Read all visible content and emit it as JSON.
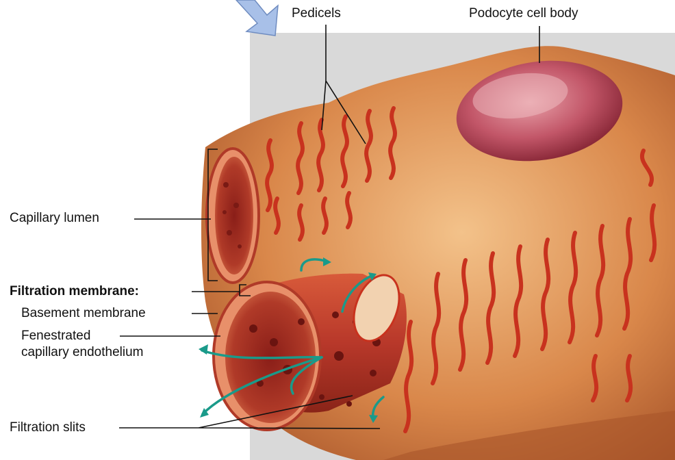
{
  "labels": {
    "pedicels": "Pedicels",
    "podocyte_cell_body": "Podocyte cell body",
    "capillary_lumen": "Capillary lumen",
    "filtration_membrane": "Filtration membrane:",
    "basement_membrane": "Basement membrane",
    "fenestrated_line1": "Fenestrated",
    "fenestrated_line2": "capillary endothelium",
    "filtration_slits": "Filtration slits"
  },
  "colors": {
    "background_panel": "#d9d9d9",
    "podocyte_tissue": "#d98c4e",
    "podocyte_highlight": "#f0b878",
    "slit_red": "#c8321e",
    "capillary_wall": "#b83a2a",
    "capillary_interior": "#a02a22",
    "cell_body": "#c0506a",
    "arrow_teal": "#1a9a8a",
    "pointer_blue": "#9fb8e0"
  }
}
